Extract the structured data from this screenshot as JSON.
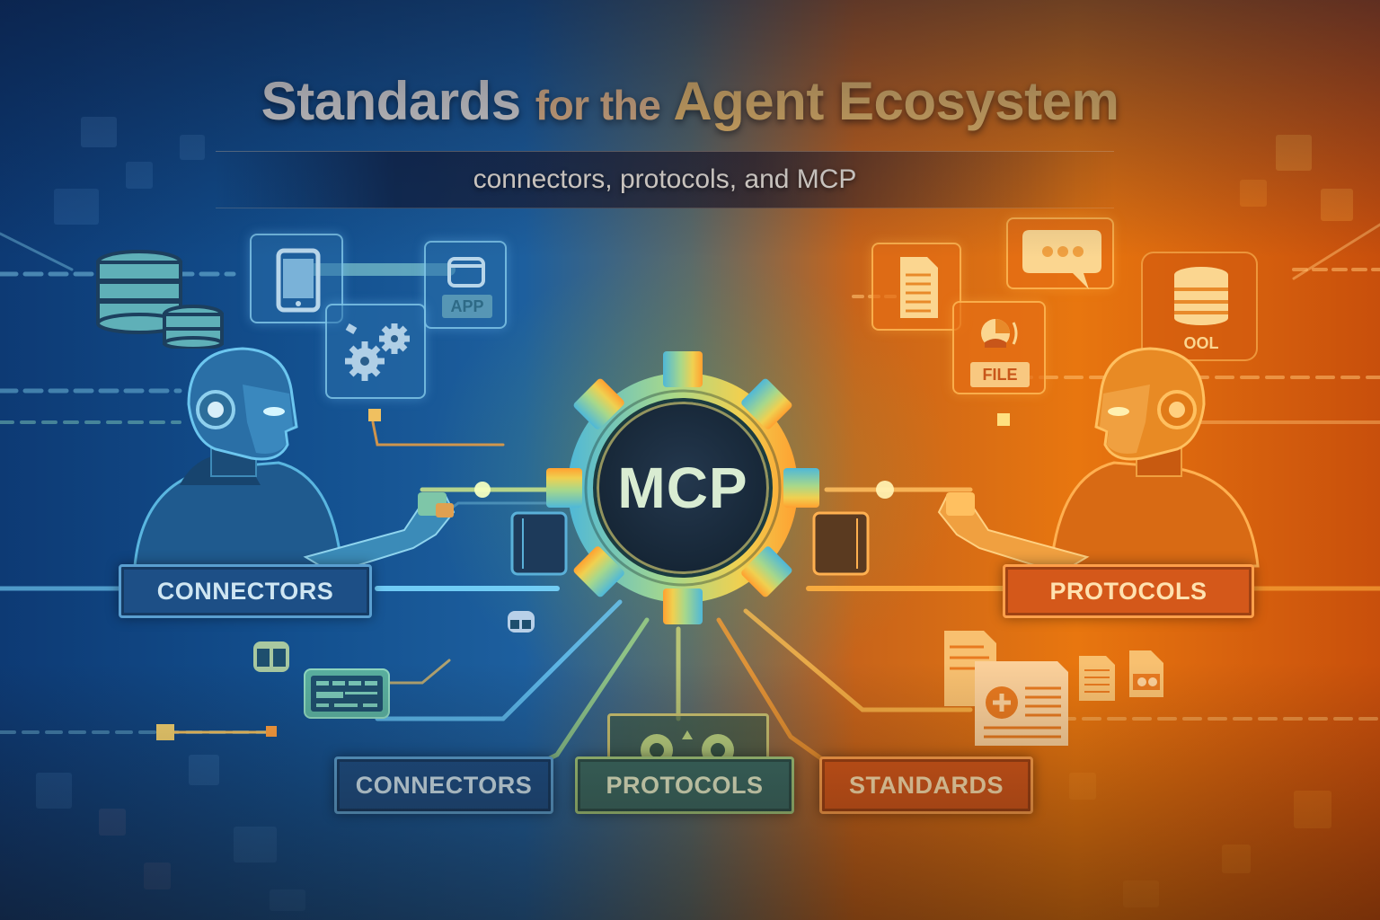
{
  "title": {
    "part1": "Standards",
    "part2": "for the",
    "part3": "Agent Ecosystem"
  },
  "subtitle": "connectors, protocols, and MCP",
  "center": {
    "label": "MCP",
    "icon": "gear-icon"
  },
  "side_labels": {
    "left": "CONNECTORS",
    "right": "PROTOCOLS"
  },
  "bottom_labels": [
    {
      "label": "CONNECTORS",
      "color": "#1d4f86"
    },
    {
      "label": "PROTOCOLS",
      "color": "#3b6a63"
    },
    {
      "label": "STANDARDS",
      "color": "#d4581a"
    }
  ],
  "left_icons": [
    {
      "icon": "database-icon"
    },
    {
      "icon": "smartphone-icon"
    },
    {
      "icon": "app-window-icon",
      "tag": "APP"
    },
    {
      "icon": "gears-icon"
    },
    {
      "icon": "chat-form-icon"
    }
  ],
  "right_icons": [
    {
      "icon": "document-icon"
    },
    {
      "icon": "chat-bubble-icon"
    },
    {
      "icon": "file-chart-icon",
      "tag": "FILE"
    },
    {
      "icon": "tool-database-icon",
      "tag": "OOL"
    },
    {
      "icon": "documents-stack-icon"
    }
  ],
  "figures": {
    "left": "blue-robot-agent",
    "right": "orange-robot-agent"
  },
  "colors": {
    "blue_side": "#13508f",
    "orange_side": "#e8760f",
    "title_light": "#f1ece4",
    "title_gold": "#fbc56a"
  }
}
